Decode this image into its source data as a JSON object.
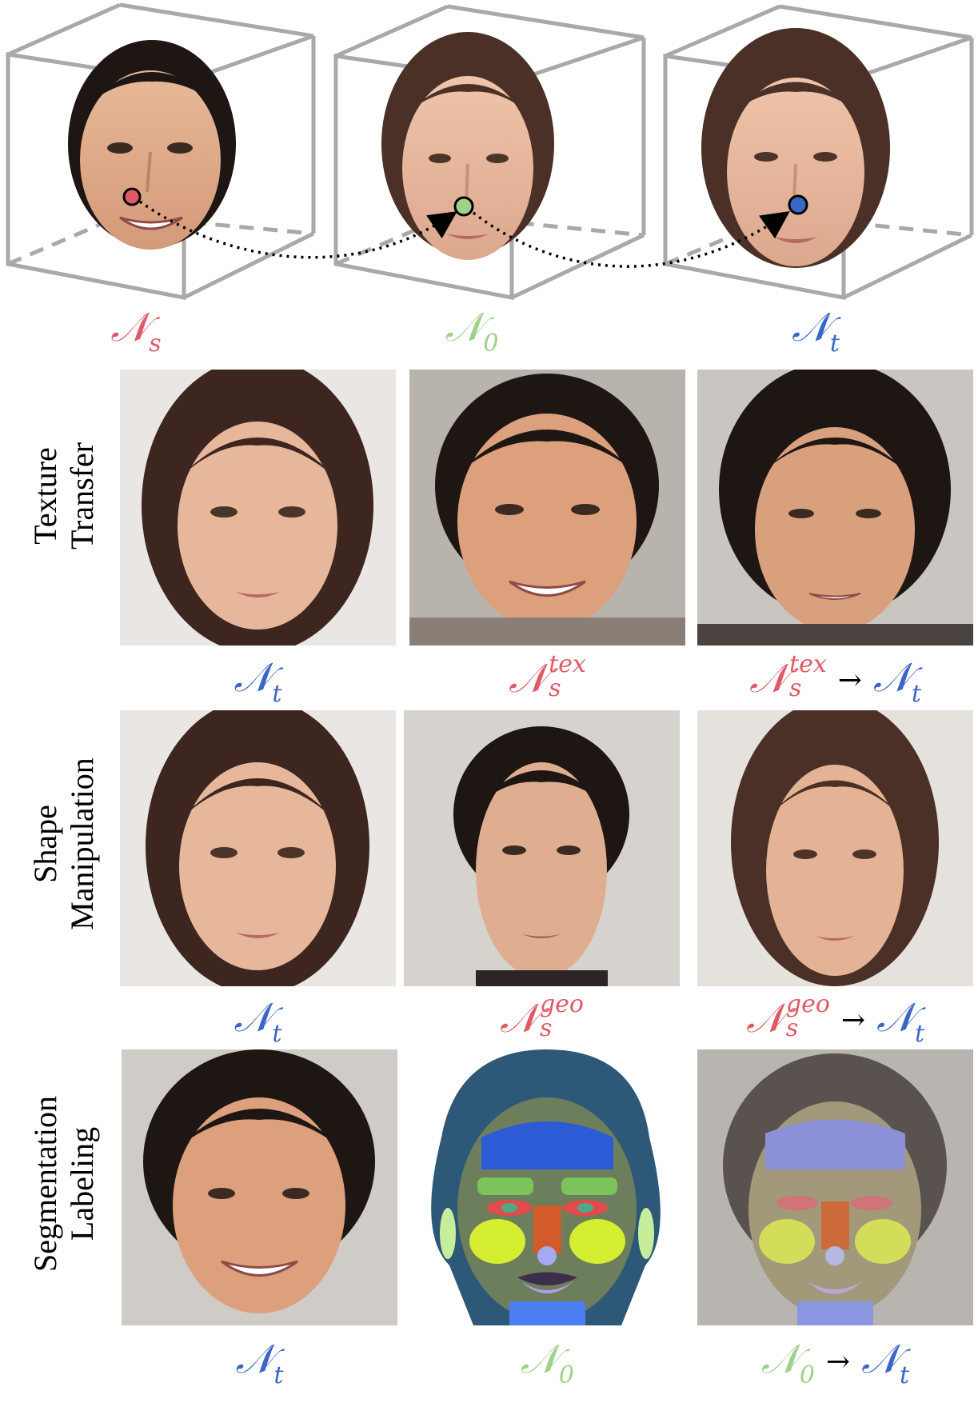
{
  "colors": {
    "source": "#e05a66",
    "canonical": "#9fd18a",
    "target": "#3a67c7",
    "cube_edge": "#a9a9a9"
  },
  "symbol": "𝒩",
  "top_row": {
    "labels": [
      {
        "sym": "𝒩",
        "sub": "s",
        "color": "source"
      },
      {
        "sym": "𝒩",
        "sub": "0",
        "color": "canonical"
      },
      {
        "sym": "𝒩",
        "sub": "t",
        "color": "target"
      }
    ]
  },
  "rows": [
    {
      "label_line1": "Texture",
      "label_line2": "Transfer",
      "captions": [
        {
          "sym": "𝒩",
          "sub": "t",
          "sup": "",
          "color": "target"
        },
        {
          "sym": "𝒩",
          "sub": "s",
          "sup": "tex",
          "color": "source"
        },
        {
          "sym": "𝒩",
          "sub": "s",
          "sup": "tex",
          "color": "source",
          "arrow": "→",
          "sym2": "𝒩",
          "sub2": "t",
          "color2": "target"
        }
      ]
    },
    {
      "label_line1": "Shape",
      "label_line2": "Manipulation",
      "captions": [
        {
          "sym": "𝒩",
          "sub": "t",
          "sup": "",
          "color": "target"
        },
        {
          "sym": "𝒩",
          "sub": "s",
          "sup": "geo",
          "color": "source"
        },
        {
          "sym": "𝒩",
          "sub": "s",
          "sup": "geo",
          "color": "source",
          "arrow": "→",
          "sym2": "𝒩",
          "sub2": "t",
          "color2": "target"
        }
      ]
    },
    {
      "label_line1": "Segmentation",
      "label_line2": "Labeling",
      "captions": [
        {
          "sym": "𝒩",
          "sub": "t",
          "sup": "",
          "color": "target"
        },
        {
          "sym": "𝒩",
          "sub": "0",
          "sup": "",
          "color": "canonical"
        },
        {
          "sym": "𝒩",
          "sub": "0",
          "sup": "",
          "color": "canonical",
          "arrow": "→",
          "sym2": "𝒩",
          "sub2": "t",
          "color2": "target"
        }
      ]
    }
  ]
}
